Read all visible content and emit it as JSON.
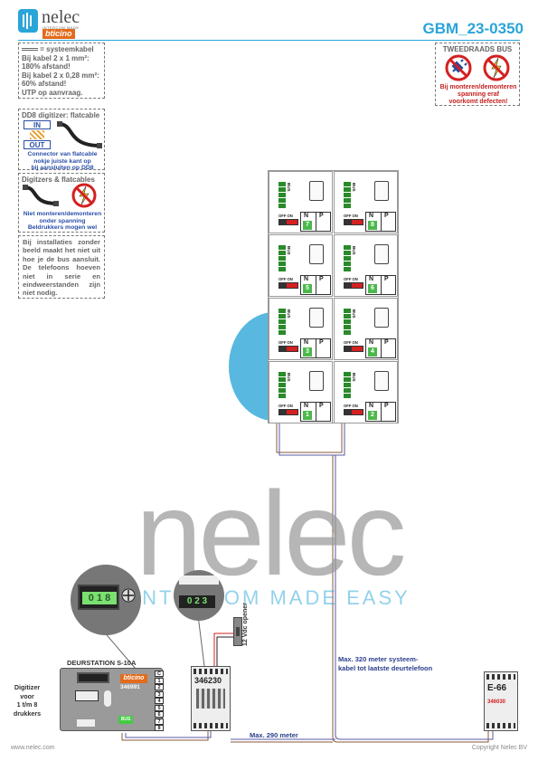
{
  "header": {
    "brand": "nelec",
    "brand_sub": "INTERCOM MADE EASY",
    "partner": "bticino",
    "code": "GBM_23-0350"
  },
  "notes": {
    "cable": {
      "title": "= systeemkabel",
      "lines": [
        "Bij kabel 2 x 1 mm²:",
        "180% afstand!",
        "Bij kabel 2 x 0,28 mm²:",
        "60% afstand!",
        "UTP op aanvraag."
      ]
    },
    "dd8": {
      "title": "DD8 digitizer: flatcable",
      "in": "IN",
      "out": "OUT",
      "lines": [
        "Connector van flatcable",
        "nokje juiste kant op",
        "bij aansluiten op DD8"
      ]
    },
    "digitizers": {
      "title": "Digitzers & flatcables",
      "lines": [
        "Niet monteren/demonteren",
        "onder spanning",
        "Beldrukkers mogen wel"
      ]
    },
    "install": {
      "text": "Bij installaties zonder beeld maakt het niet uit hoe je de bus aansluit. De telefoons hoeven niet in serie en eindweerstanden zijn niet nodig."
    },
    "twowire": {
      "title": "TWEEDRAADS BUS",
      "lines": [
        "Bij monteren/demonteren",
        "spanning eraf",
        "voorkomt defecten!"
      ]
    }
  },
  "phones": {
    "off_on": "OFF ON",
    "n": "N",
    "p": "P",
    "bus": "BUS",
    "numbers": [
      "7",
      "8",
      "5",
      "6",
      "3",
      "4",
      "1",
      "2"
    ]
  },
  "watermark": {
    "word": "nelec",
    "slogan": "INTERCOM MADE EASY"
  },
  "devices": {
    "door_station": {
      "label": "DEURSTATION S-10A",
      "brand": "bticino",
      "model": "346991",
      "terminals": [
        "C",
        "1",
        "2",
        "3",
        "4",
        "5",
        "6",
        "7",
        "8"
      ],
      "bus": "BUS",
      "zoom_display": "0 1 8"
    },
    "digitizer_label": [
      "Digitizer",
      "voor",
      "1 t/m 8",
      "drukkers"
    ],
    "power": {
      "model": "346230",
      "zoom_display": "0 2 3"
    },
    "opener": "12 Vdc opener",
    "e66": {
      "title": "E-66",
      "model": "346030"
    }
  },
  "annotations": {
    "max_system": [
      "Max. 320 meter systeem-",
      "kabel tot laatste deurtelefoon"
    ],
    "max_290": "Max. 290 meter"
  },
  "footer": {
    "left": "www.nelec.com",
    "right": "Copyright Nelec BV"
  }
}
